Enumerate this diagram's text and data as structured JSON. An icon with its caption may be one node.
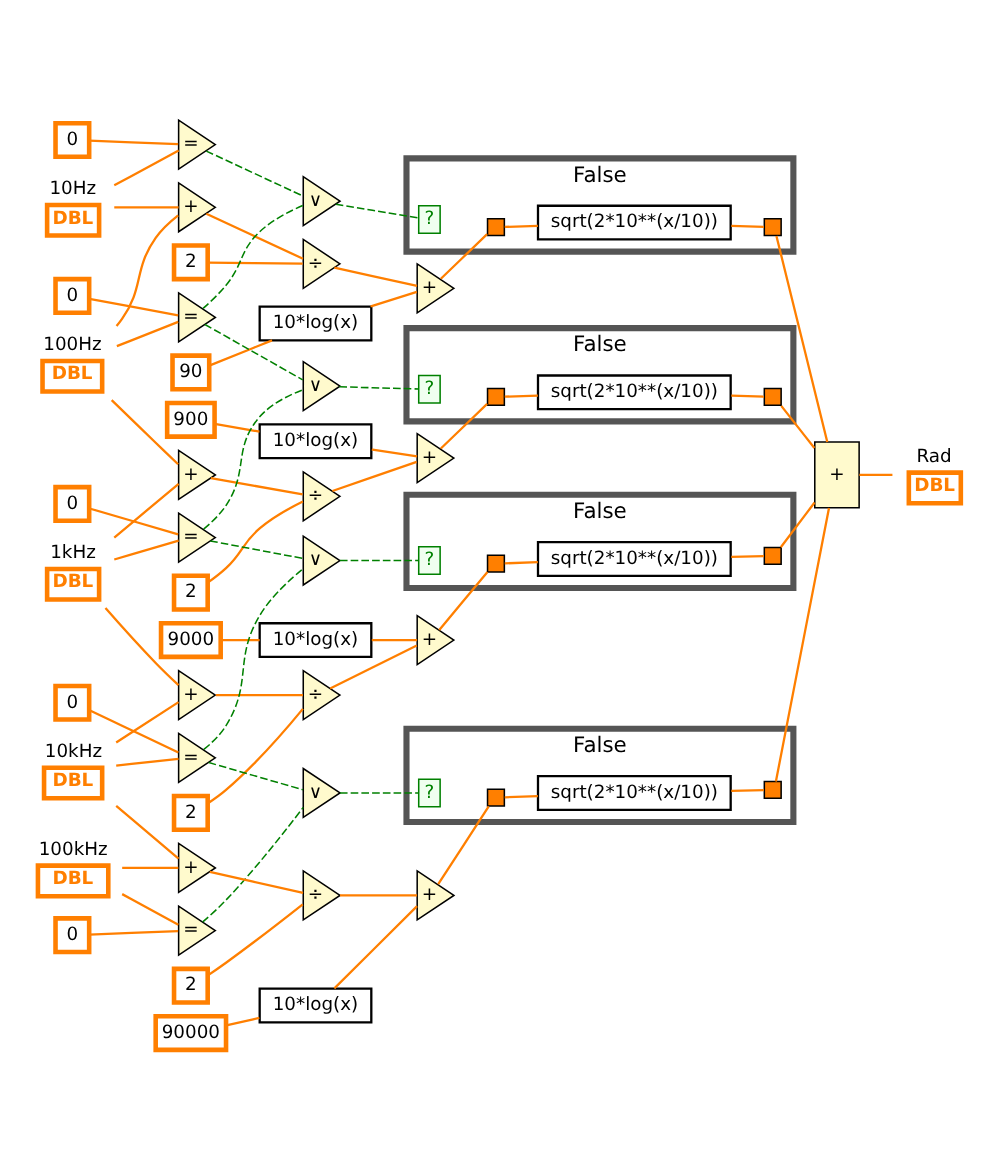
{
  "diagram": {
    "nodes": [
      {
        "text": [
          "10Hz",
          "DBL"
        ]
      },
      {
        "text": [
          "0"
        ]
      },
      {
        "text": [
          "="
        ]
      },
      {
        "text": [
          "∨"
        ]
      },
      {
        "text": [
          "90"
        ]
      },
      {
        "text": [
          "10*log(x)"
        ]
      },
      {
        "text": [
          "+"
        ]
      },
      {
        "text": [
          "2"
        ]
      },
      {
        "text": [
          "÷"
        ]
      },
      {
        "text": [
          "+"
        ]
      },
      {
        "text": [
          "100Hz",
          "DBL"
        ]
      },
      {
        "text": [
          "0"
        ]
      },
      {
        "text": [
          "="
        ]
      },
      {
        "text": [
          "∨"
        ]
      },
      {
        "text": [
          "900"
        ]
      },
      {
        "text": [
          "10*log(x)"
        ]
      },
      {
        "text": [
          "+"
        ]
      },
      {
        "text": [
          "2"
        ]
      },
      {
        "text": [
          "÷"
        ]
      },
      {
        "text": [
          "+"
        ]
      },
      {
        "text": [
          "1kHz",
          "DBL"
        ]
      },
      {
        "text": [
          "0"
        ]
      },
      {
        "text": [
          "="
        ]
      },
      {
        "text": [
          "9000"
        ]
      },
      {
        "text": [
          "10*log(x)"
        ]
      },
      {
        "text": [
          "+"
        ]
      },
      {
        "text": [
          "+"
        ]
      },
      {
        "text": [
          "2"
        ]
      },
      {
        "text": [
          "÷"
        ]
      },
      {
        "text": [
          "10kHz",
          "DBL"
        ]
      },
      {
        "text": [
          "0"
        ]
      },
      {
        "text": [
          "="
        ]
      },
      {
        "text": [
          "∨"
        ]
      },
      {
        "text": [
          "0"
        ]
      },
      {
        "text": [
          "="
        ]
      },
      {
        "text": [
          "∨"
        ]
      },
      {
        "text": [
          "100kHz",
          "DBL"
        ]
      },
      {
        "text": [
          "+"
        ]
      },
      {
        "text": [
          "2"
        ]
      },
      {
        "text": [
          "÷"
        ]
      },
      {
        "text": [
          "+"
        ]
      },
      {
        "text": [
          "90000"
        ]
      },
      {
        "text": [
          "10*log(x)"
        ]
      },
      {
        "text": [
          "False"
        ]
      },
      {
        "text": [
          "?"
        ],
        "in": 43
      },
      {
        "text": [],
        "shape": "box",
        "in": 43
      },
      {
        "text": [
          "sqrt(2*10**(x/10))"
        ],
        "in": 43
      },
      {
        "text": [],
        "shape": "box",
        "in": 43
      },
      {
        "text": [
          "False"
        ]
      },
      {
        "text": [
          "?"
        ],
        "in": 48
      },
      {
        "text": [],
        "shape": "box",
        "in": 48
      },
      {
        "text": [
          "sqrt(2*10**(x/10))"
        ],
        "in": 48
      },
      {
        "text": [],
        "shape": "box",
        "in": 48
      },
      {
        "text": [
          "False"
        ]
      },
      {
        "text": [
          "?"
        ],
        "in": 53
      },
      {
        "text": [],
        "shape": "box",
        "in": 53
      },
      {
        "text": [
          "sqrt(2*10**(x/10))"
        ],
        "in": 53
      },
      {
        "text": [],
        "shape": "box",
        "in": 53
      },
      {
        "text": [
          "False"
        ]
      },
      {
        "text": [
          "?"
        ],
        "in": 58
      },
      {
        "text": [],
        "shape": "box",
        "in": 58
      },
      {
        "text": [
          "sqrt(2*10**(x/10))"
        ],
        "in": 58
      },
      {
        "text": [],
        "shape": "box",
        "in": 58
      },
      {
        "text": [
          "+"
        ]
      },
      {
        "text": [
          "Rad",
          "DBL"
        ]
      }
    ],
    "edges": [
      {
        "from": 0,
        "to": 2,
        "arrow": "none"
      },
      {
        "from": 1,
        "to": 2,
        "arrow": "none"
      },
      {
        "from": 2,
        "to": 3,
        "arrow": "none",
        "style": "dashed",
        "color": "#008000"
      },
      {
        "from": 12,
        "to": 3,
        "arrow": "none",
        "style": "dashed",
        "color": "#008000"
      },
      {
        "from": 4,
        "to": 5,
        "arrow": "none"
      },
      {
        "from": 0,
        "to": 6,
        "arrow": "none"
      },
      {
        "from": 10,
        "to": 6,
        "arrow": "none"
      },
      {
        "from": 6,
        "to": 8,
        "arrow": "none"
      },
      {
        "from": 7,
        "to": 8,
        "arrow": "none"
      },
      {
        "from": 8,
        "to": 9,
        "arrow": "none"
      },
      {
        "from": 5,
        "to": 9,
        "arrow": "none"
      },
      {
        "from": 9,
        "to": 45,
        "arrow": "none"
      },
      {
        "from": 10,
        "to": 12,
        "arrow": "none"
      },
      {
        "from": 11,
        "to": 12,
        "arrow": "none"
      },
      {
        "from": 12,
        "to": 13,
        "arrow": "none",
        "style": "dashed",
        "color": "#008000"
      },
      {
        "from": 22,
        "to": 13,
        "arrow": "none",
        "style": "dashed",
        "color": "#008000"
      },
      {
        "from": 14,
        "to": 15,
        "arrow": "none"
      },
      {
        "from": 10,
        "to": 16,
        "arrow": "none"
      },
      {
        "from": 20,
        "to": 16,
        "arrow": "none"
      },
      {
        "from": 16,
        "to": 18,
        "arrow": "none"
      },
      {
        "from": 17,
        "to": 18,
        "arrow": "none"
      },
      {
        "from": 18,
        "to": 19,
        "arrow": "none"
      },
      {
        "from": 15,
        "to": 19,
        "arrow": "none"
      },
      {
        "from": 19,
        "to": 50,
        "arrow": "none"
      },
      {
        "from": 20,
        "to": 22,
        "arrow": "none"
      },
      {
        "from": 21,
        "to": 22,
        "arrow": "none"
      },
      {
        "from": 23,
        "to": 24,
        "arrow": "none"
      },
      {
        "from": 24,
        "to": 25,
        "arrow": "none"
      },
      {
        "from": 20,
        "to": 26,
        "arrow": "none"
      },
      {
        "from": 29,
        "to": 26,
        "arrow": "none"
      },
      {
        "from": 26,
        "to": 28,
        "arrow": "none"
      },
      {
        "from": 27,
        "to": 28,
        "arrow": "none"
      },
      {
        "from": 28,
        "to": 25,
        "arrow": "none"
      },
      {
        "from": 25,
        "to": 55,
        "arrow": "none"
      },
      {
        "from": 29,
        "to": 31,
        "arrow": "none"
      },
      {
        "from": 30,
        "to": 31,
        "arrow": "none"
      },
      {
        "from": 22,
        "to": 32,
        "arrow": "none",
        "style": "dashed",
        "color": "#008000"
      },
      {
        "from": 31,
        "to": 32,
        "arrow": "none",
        "style": "dashed",
        "color": "#008000"
      },
      {
        "from": 36,
        "to": 34,
        "arrow": "none"
      },
      {
        "from": 33,
        "to": 34,
        "arrow": "none"
      },
      {
        "from": 31,
        "to": 35,
        "arrow": "none",
        "style": "dashed",
        "color": "#008000"
      },
      {
        "from": 34,
        "to": 35,
        "arrow": "none",
        "style": "dashed",
        "color": "#008000"
      },
      {
        "from": 29,
        "to": 37,
        "arrow": "none"
      },
      {
        "from": 36,
        "to": 37,
        "arrow": "none"
      },
      {
        "from": 37,
        "to": 39,
        "arrow": "none"
      },
      {
        "from": 38,
        "to": 39,
        "arrow": "none"
      },
      {
        "from": 39,
        "to": 40,
        "arrow": "none"
      },
      {
        "from": 41,
        "to": 42,
        "arrow": "none"
      },
      {
        "from": 42,
        "to": 40,
        "arrow": "none"
      },
      {
        "from": 40,
        "to": 60,
        "arrow": "none"
      },
      {
        "from": 3,
        "to": 44,
        "arrow": "none",
        "style": "dashed",
        "color": "#008000"
      },
      {
        "from": 13,
        "to": 49,
        "arrow": "none",
        "style": "dashed",
        "color": "#008000"
      },
      {
        "from": 32,
        "to": 54,
        "arrow": "none",
        "style": "dashed",
        "color": "#008000"
      },
      {
        "from": 35,
        "to": 59,
        "arrow": "none",
        "style": "dashed",
        "color": "#008000"
      },
      {
        "from": 45,
        "to": 46,
        "arrow": "none"
      },
      {
        "from": 46,
        "to": 47,
        "arrow": "none"
      },
      {
        "from": 50,
        "to": 51,
        "arrow": "none"
      },
      {
        "from": 51,
        "to": 52,
        "arrow": "none"
      },
      {
        "from": 55,
        "to": 56,
        "arrow": "none"
      },
      {
        "from": 56,
        "to": 57,
        "arrow": "none"
      },
      {
        "from": 60,
        "to": 61,
        "arrow": "none"
      },
      {
        "from": 61,
        "to": 62,
        "arrow": "none"
      },
      {
        "from": 47,
        "to": 63,
        "arrow": "none"
      },
      {
        "from": 52,
        "to": 63,
        "arrow": "none"
      },
      {
        "from": 57,
        "to": 63,
        "arrow": "none"
      },
      {
        "from": 62,
        "to": 63,
        "arrow": "none"
      },
      {
        "from": 63,
        "to": 64,
        "arrow": "none"
      }
    ]
  }
}
